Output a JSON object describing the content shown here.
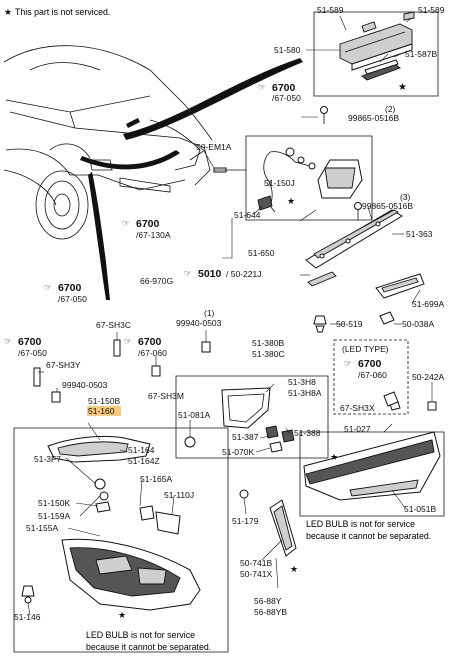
{
  "notice": "This part is not serviced.",
  "led_note_right": [
    "LED BULB is not for service",
    "because it cannot be separated."
  ],
  "led_note_left": [
    "LED BULB is not for service",
    "because it cannot be separated."
  ],
  "led_type": "(LED TYPE)",
  "highlight_color": "#f7c978",
  "labels": {
    "l51589a": "51-589",
    "l51589b": "51-589",
    "l51580": "51-580",
    "l51587b": "51-587B",
    "l6700a": "6700",
    "l67050a": "/67-050",
    "l2": "(2)",
    "l99865a": "99865-0516B",
    "l50em1a": "50-EM1A",
    "l51150j": "51-150J",
    "l51644": "51-644",
    "l3": "(3)",
    "l99865b": "99865-0516B",
    "l6700b": "6700",
    "l67130a": "/67-130A",
    "l51363": "51-363",
    "l51650": "51-650",
    "l66970g": "66-970G",
    "l5010": "5010",
    "l50221j": "/ 50-221J",
    "l6700c": "6700",
    "l67050b": "/67-050",
    "l51699a": "51-699A",
    "l67sh3c": "67-SH3C",
    "l1": "(1)",
    "l99940a": "99940-0503",
    "l50519": "50-519",
    "l50038a": "50-038A",
    "l6700d": "6700",
    "l67050c": "/67-050",
    "l6700e": "6700",
    "l67060a": "/67-060",
    "l51380b": "51-380B",
    "l51380c": "51-380C",
    "l67sh3y": "67-SH3Y",
    "l6700f": "6700",
    "l67060b": "/67-060",
    "l50242a": "50-242A",
    "l99940b": "99940-0503",
    "l67sh3m": "67-SH3M",
    "l513h8": "51-3H8",
    "l513h8a": "51-3H8A",
    "l51150b": "51-150B",
    "l51160": "51-160",
    "l67sh3x": "67-SH3X",
    "l51081a": "51-081A",
    "l51027": "51-027",
    "l51387": "51-387",
    "l51388": "51-388",
    "l51164": "51-164",
    "l51164z": "51-164Z",
    "l51070k": "51-070K",
    "l513f7": "51-3F7",
    "l51165a": "51-165A",
    "l51150k": "51-150K",
    "l51110j": "51-110J",
    "l51159a": "51-159A",
    "l51051b": "51-051B",
    "l51179": "51-179",
    "l51155a": "51-155A",
    "l50741b": "50-741B",
    "l50741x": "50-741X",
    "l56889y": "56-88Y",
    "l56889yb": "56-88YB",
    "l51146": "51-146"
  }
}
